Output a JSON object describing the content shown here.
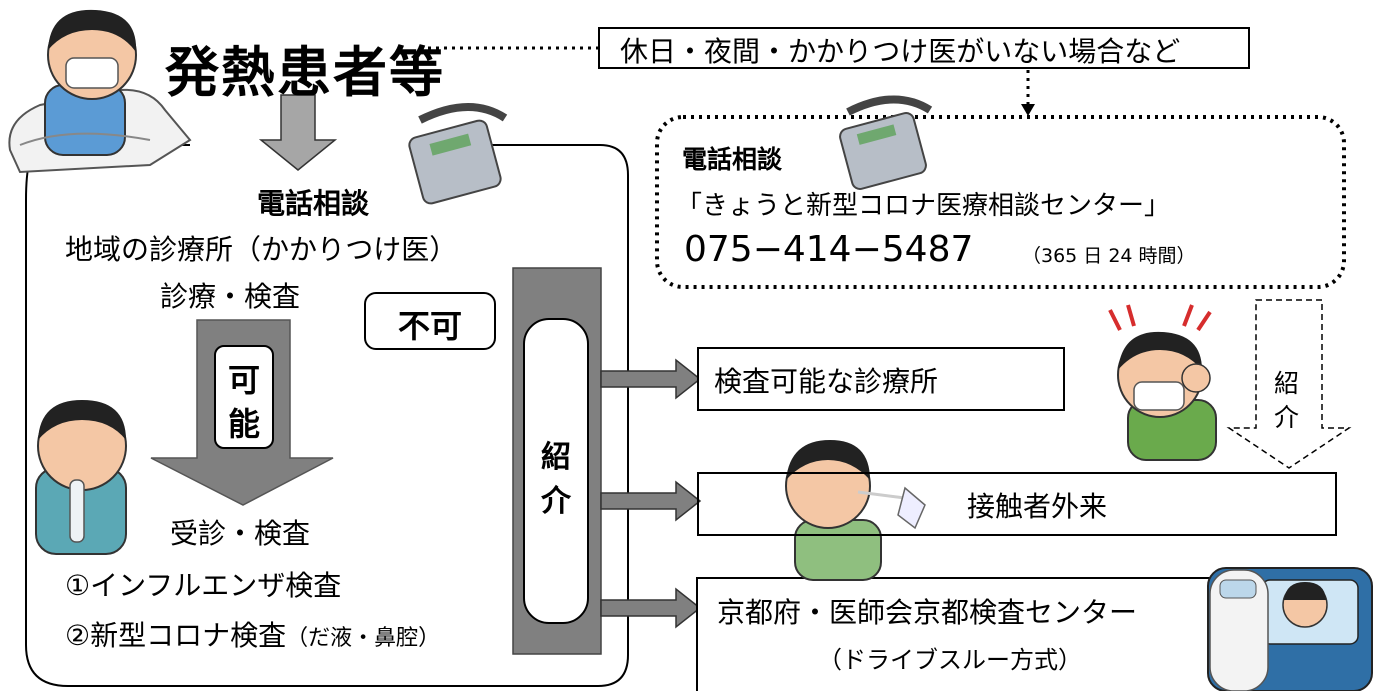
{
  "title": "発熱患者等",
  "note": "休日・夜間・かかりつけ医がいない場合など",
  "phone_left": "電話相談",
  "clinic": "地域の診療所（かかりつけ医）",
  "exam": "診療・検査",
  "possible": [
    "可",
    "能"
  ],
  "not_possible": "不可",
  "referral_bar": [
    "紹",
    "介"
  ],
  "visit": "受診・検査",
  "test1": "①インフルエンザ検査",
  "test2_main": "②新型コロナ検査",
  "test2_sub": "（だ液・鼻腔）",
  "consult": {
    "heading": "電話相談",
    "center": "「きょうと新型コロナ医療相談センター」",
    "phone": "075−414−5487",
    "hours": "（365 日 24 時間）"
  },
  "right_referral": [
    "紹",
    "介"
  ],
  "destinations": {
    "testable_clinic": "検査可能な診療所",
    "contact_outpatient": "接触者外来",
    "kyoto_center": "京都府・医師会京都検査センター",
    "kyoto_center_sub": "（ドライブスルー方式）"
  }
}
